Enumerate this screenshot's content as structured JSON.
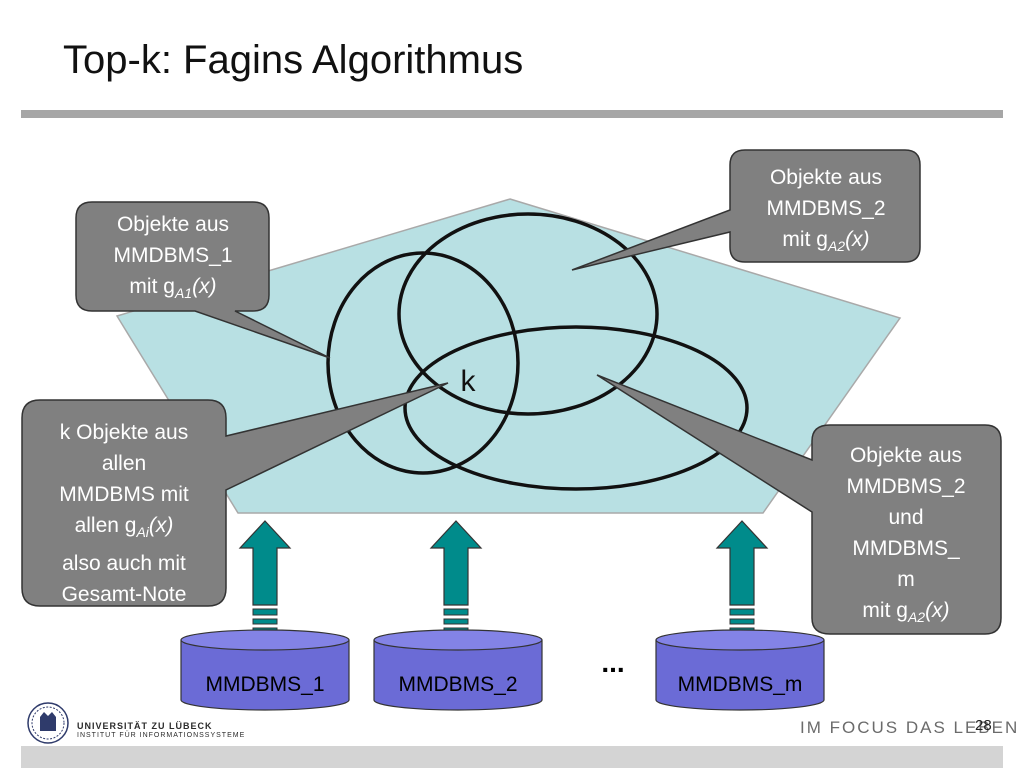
{
  "slide": {
    "title": "Top-k: Fagins Algorithmus",
    "page_number": "28"
  },
  "diagram": {
    "center_label": "k",
    "ellipsis": "...",
    "databases": [
      "MMDBMS_1",
      "MMDBMS_2",
      "MMDBMS_m"
    ],
    "callouts": {
      "mmdbms1": {
        "line1": "Objekte aus",
        "line2": "MMDBMS_1",
        "line3_prefix": "mit g",
        "line3_sub": "A1",
        "line3_suffix": "(x)"
      },
      "mmdbms2": {
        "line1": "Objekte aus",
        "line2": "MMDBMS_2",
        "line3_prefix": "mit g",
        "line3_sub": "A2",
        "line3_suffix": "(x)"
      },
      "k_objects": {
        "line1": "k Objekte aus",
        "line2": "allen",
        "line3": "MMDBMS mit",
        "line4_prefix": "allen g",
        "line4_sub": "Ai",
        "line4_suffix": "(x)",
        "line5": "also auch mit",
        "line6": "Gesamt-Note"
      },
      "mmdbms2_and_m": {
        "line1": "Objekte aus",
        "line2": "MMDBMS_2",
        "line3": "und",
        "line4": "MMDBMS_",
        "line5": "m",
        "line6_prefix": "mit g",
        "line6_sub": "A2",
        "line6_suffix": "(x)"
      }
    }
  },
  "footer": {
    "university": "UNIVERSITÄT ZU LÜBECK",
    "institute": "INSTITUT FÜR INFORMATIONSSYSTEME",
    "motto": "IM FOCUS DAS LEBEN"
  },
  "colors": {
    "pentagon_fill": "#b8e0e3",
    "callout_fill": "#808080",
    "arrow_fill": "#008b8b",
    "database_fill": "#6b6bd6",
    "rule": "#a6a6a6"
  }
}
